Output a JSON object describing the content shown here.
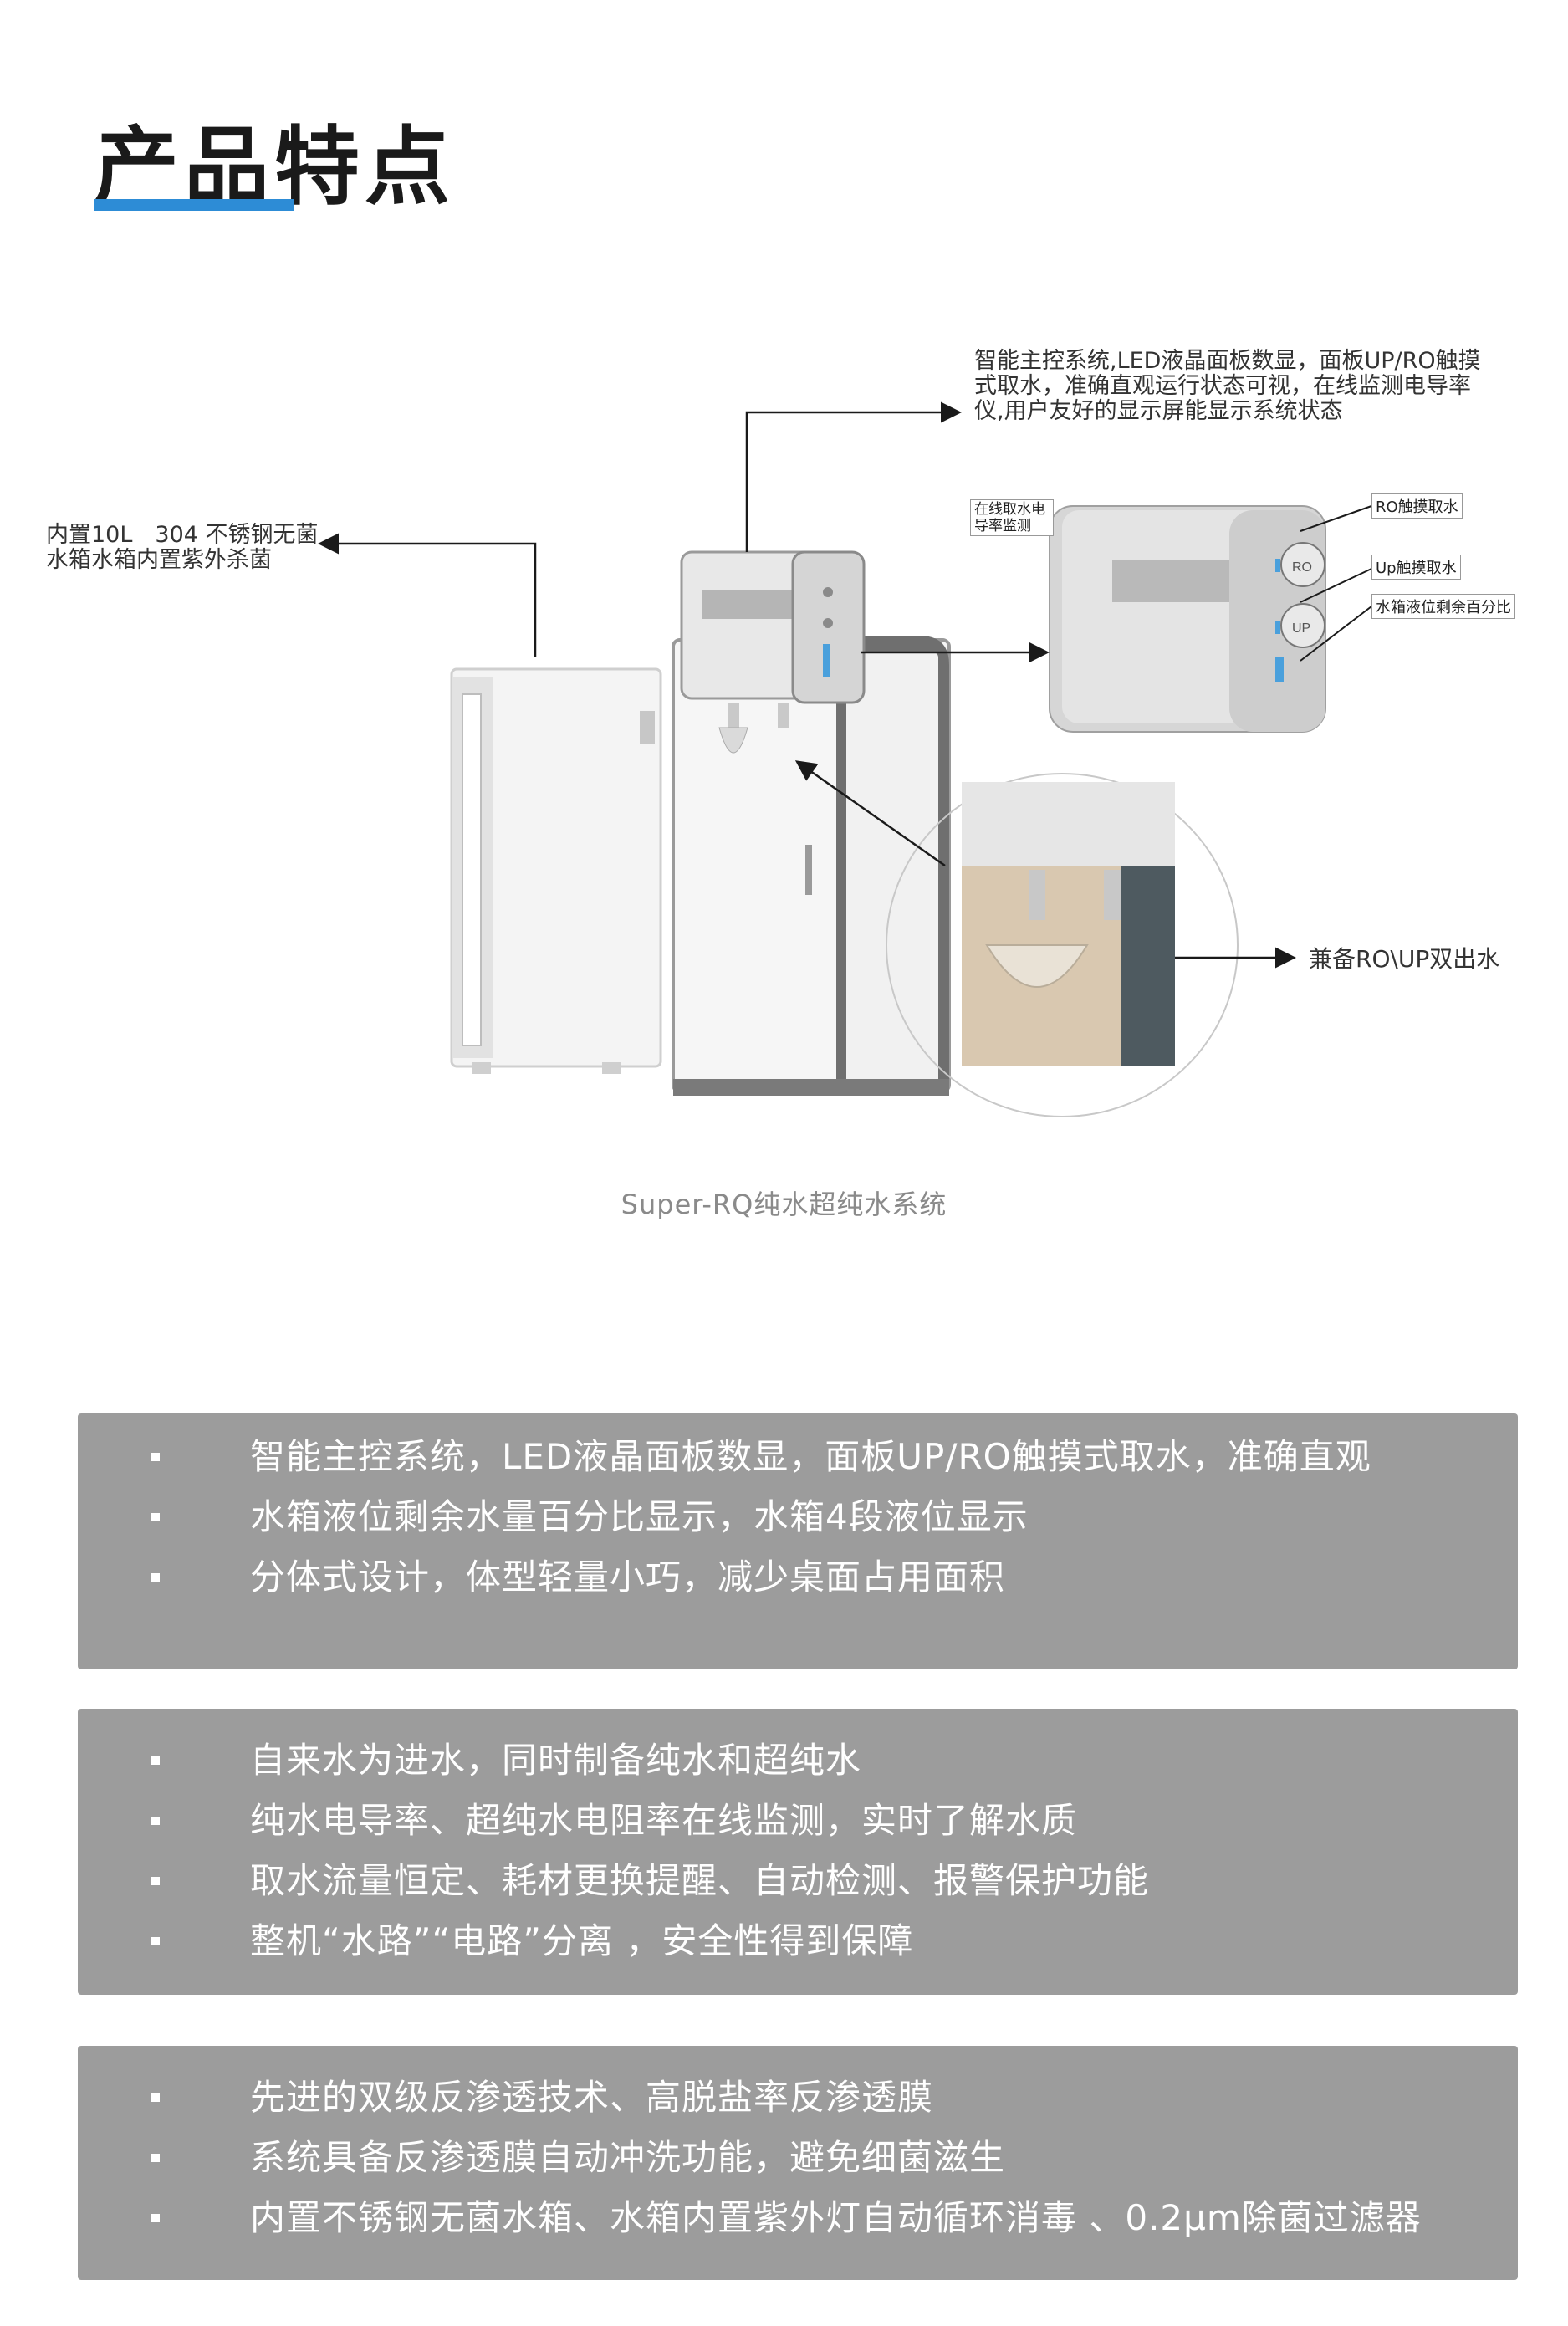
{
  "header": {
    "title": "产品特点"
  },
  "callouts": {
    "left_tank": "内置10L　304 不锈钢无菌水箱水箱内置紫外杀菌",
    "top_right_control": "智能主控系统,LED液晶面板数显，面板UP/RO触摸式取水，准确直观运行状态可视，在线监测电导率仪,用户友好的显示屏能显示系统状态",
    "right_outlet": "兼备RO\\UP双出水"
  },
  "panel_labels": {
    "conductivity": "在线取水电导率监测",
    "ro_touch": "RO触摸取水",
    "up_touch": "Up触摸取水",
    "tank_level": "水箱液位剩余百分比"
  },
  "panel_buttons": {
    "ro": "RO",
    "up": "UP"
  },
  "caption": "Super-RQ纯水超纯水系统",
  "feature_boxes": [
    {
      "items": [
        "智能主控系统，LED液晶面板数显，面板UP/RO触摸式取水，准确直观",
        "水箱液位剩余水量百分比显示，水箱4段液位显示",
        "分体式设计，体型轻量小巧，减少桌面占用面积"
      ]
    },
    {
      "items": [
        "自来水为进水，同时制备纯水和超纯水",
        "纯水电导率、超纯水电阻率在线监测，实时了解水质",
        "取水流量恒定、耗材更换提醒、自动检测、报警保护功能",
        "整机“水路”“电路”分离 ，安全性得到保障"
      ]
    },
    {
      "items": [
        "先进的双级反渗透技术、高脱盐率反渗透膜",
        "系统具备反渗透膜自动冲洗功能，避免细菌滋生",
        "内置不锈钢无菌水箱、水箱内置紫外灯自动循环消毒 、0.2μm除菌过滤器"
      ]
    }
  ],
  "colors": {
    "accent": "#2d8cd6",
    "box_bg": "#9c9c9c"
  }
}
